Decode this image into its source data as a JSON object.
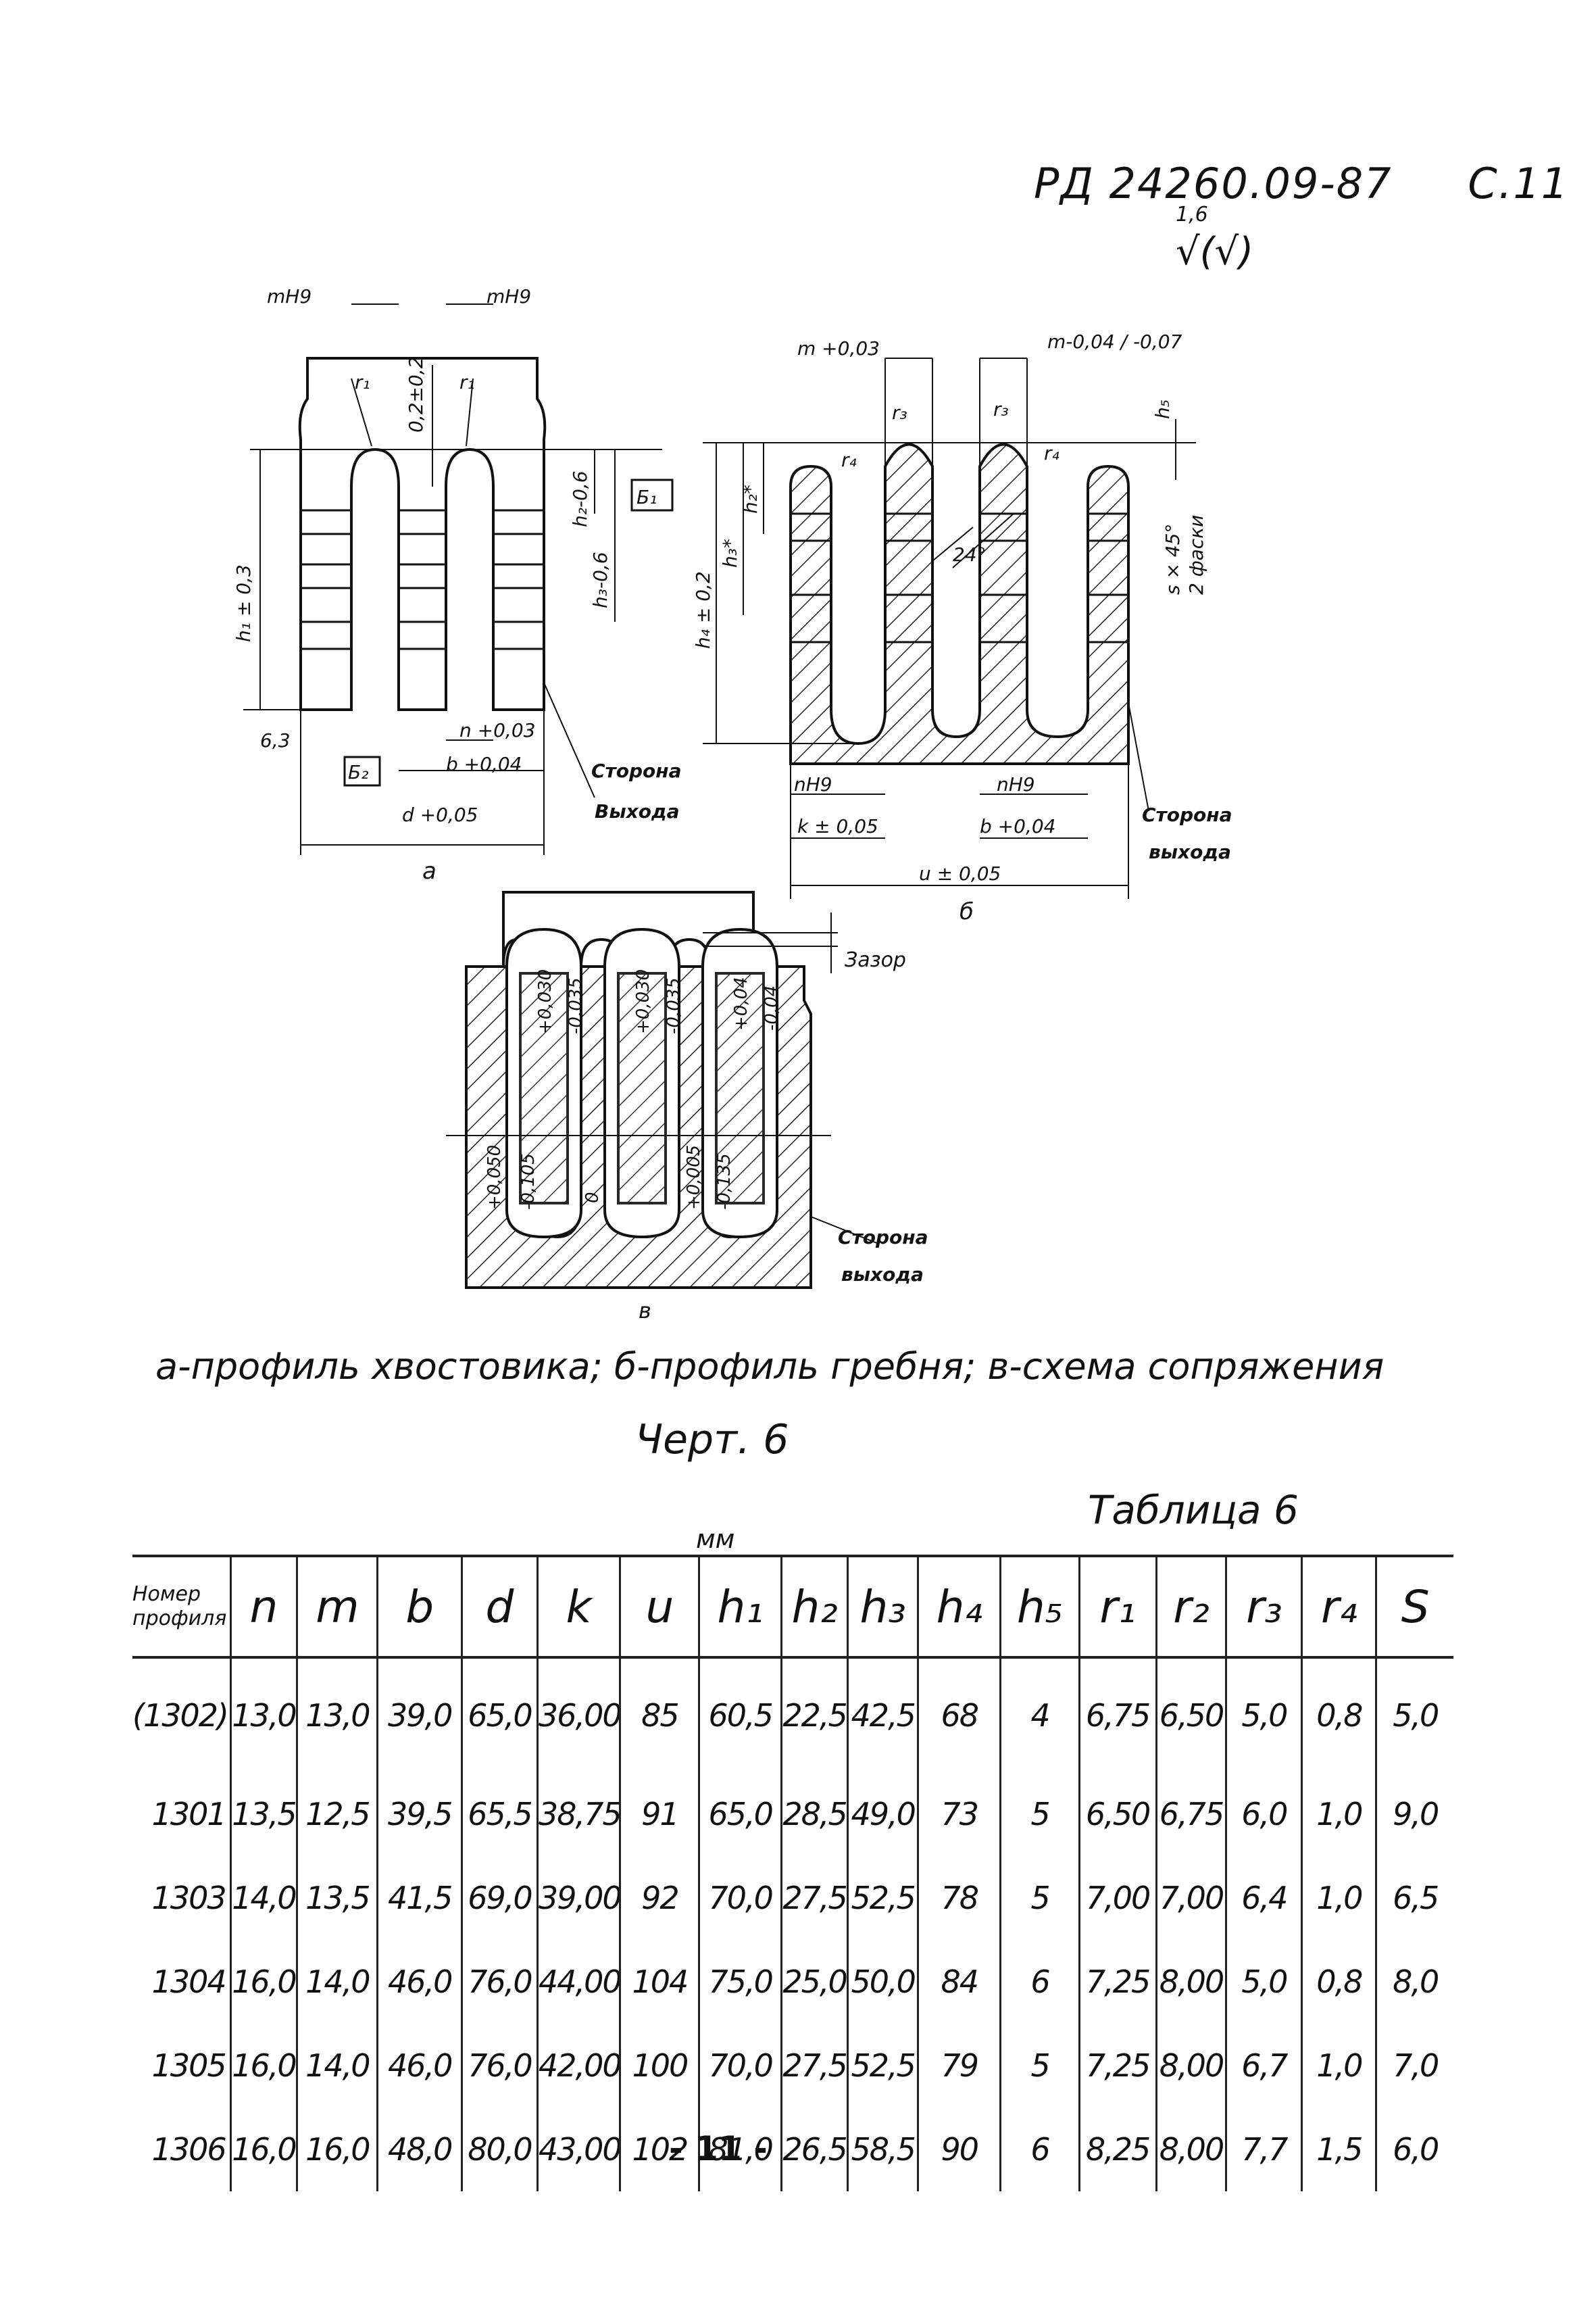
{
  "header": {
    "doc_code": "РД 24260.09-87",
    "page": "С.11"
  },
  "roughness": {
    "value": "1,6",
    "symbol": "√(√)"
  },
  "drawing_a": {
    "label": "а",
    "top_dims": [
      "mH9",
      "mH9"
    ],
    "radius_labels": [
      "r₁",
      "r₁"
    ],
    "gap_dim": "0,2±0,2",
    "height_dims": [
      "h₁ ± 0,3",
      "h₂-0,6",
      "h₃-0,6"
    ],
    "base_marks": [
      "Б₁",
      "Б₂"
    ],
    "roughness": "6,3",
    "n_dim": "n +0,03",
    "b_dim": "b +0,04",
    "d_dim": "d +0,05",
    "side_label_1": "Сторона",
    "side_label_2": "Выхода"
  },
  "drawing_b": {
    "label": "б",
    "top_dims": [
      "m +0,03",
      "m-0,04 / -0,07"
    ],
    "radius_labels": [
      "r₃",
      "r₃",
      "r₄",
      "r₄"
    ],
    "h5": "h₅",
    "height_dims": [
      "h₂*",
      "h₃*",
      "h₄ ± 0,2"
    ],
    "angle": "24°",
    "chamfer": "s × 45°",
    "chamfer_note": "2 фаски",
    "bottom_dims": [
      "nH9",
      "nH9",
      "k ± 0,05",
      "b +0,04",
      "u ± 0,05"
    ],
    "side_label_1": "Сторона",
    "side_label_2": "выхода"
  },
  "drawing_c": {
    "label": "в",
    "gap": "Зазор",
    "tolerances_top": [
      "+0,030",
      "-0,035",
      "+0,030",
      "-0,035",
      "+0,04",
      "-0,04"
    ],
    "tolerances_bottom": [
      "+0,050",
      "-0,105",
      "0",
      "+0,005",
      "-0,135"
    ],
    "side_label_1": "Сторона",
    "side_label_2": "выхода"
  },
  "caption": "а-профиль хвостовика; б-профиль гребня; в-схема сопряжения",
  "figure": "Черт. 6",
  "table": {
    "title": "Таблица 6",
    "units": "мм",
    "corner_label": "Номер профиля",
    "headers": [
      "n",
      "m",
      "b",
      "d",
      "k",
      "u",
      "h₁",
      "h₂",
      "h₃",
      "h₄",
      "h₅",
      "r₁",
      "r₂",
      "r₃",
      "r₄",
      "S"
    ],
    "rows": [
      [
        "(1302)",
        "13,0",
        "13,0",
        "39,0",
        "65,0",
        "36,00",
        "85",
        "60,5",
        "22,5",
        "42,5",
        "68",
        "4",
        "6,75",
        "6,50",
        "5,0",
        "0,8",
        "5,0"
      ],
      [
        "1301",
        "13,5",
        "12,5",
        "39,5",
        "65,5",
        "38,75",
        "91",
        "65,0",
        "28,5",
        "49,0",
        "73",
        "5",
        "6,50",
        "6,75",
        "6,0",
        "1,0",
        "9,0"
      ],
      [
        "1303",
        "14,0",
        "13,5",
        "41,5",
        "69,0",
        "39,00",
        "92",
        "70,0",
        "27,5",
        "52,5",
        "78",
        "5",
        "7,00",
        "7,00",
        "6,4",
        "1,0",
        "6,5"
      ],
      [
        "1304",
        "16,0",
        "14,0",
        "46,0",
        "76,0",
        "44,00",
        "104",
        "75,0",
        "25,0",
        "50,0",
        "84",
        "6",
        "7,25",
        "8,00",
        "5,0",
        "0,8",
        "8,0"
      ],
      [
        "1305",
        "16,0",
        "14,0",
        "46,0",
        "76,0",
        "42,00",
        "100",
        "70,0",
        "27,5",
        "52,5",
        "79",
        "5",
        "7,25",
        "8,00",
        "6,7",
        "1,0",
        "7,0"
      ],
      [
        "1306",
        "16,0",
        "16,0",
        "48,0",
        "80,0",
        "43,00",
        "102",
        "81,0",
        "26,5",
        "58,5",
        "90",
        "6",
        "8,25",
        "8,00",
        "7,7",
        "1,5",
        "6,0"
      ]
    ]
  },
  "page_number": "- 11 -"
}
